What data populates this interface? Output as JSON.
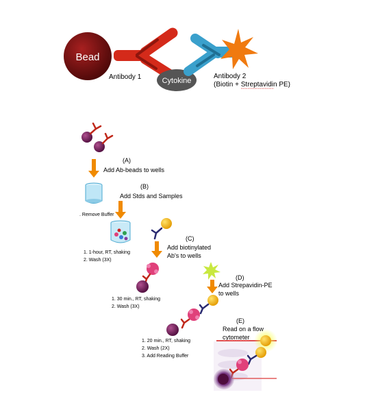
{
  "schematic": {
    "bead": "Bead",
    "antibody1": "Antibody 1",
    "cytokine": "Cytokine",
    "antibody2": "Antibody 2",
    "antibody2_detail": "(Biotin + Streptavidin PE)"
  },
  "steps": {
    "a_letter": "(A)",
    "a_text": "Add Ab-beads to wells",
    "b_letter": "(B)",
    "b_text": "Add Stds and Samples",
    "remove_buffer": ". Remove Buffer",
    "b_note1": "1. 1-hour, RT, shaking",
    "b_note2": "2. Wash (3X)",
    "c_letter": "(C)",
    "c_text1": "Add biotinylated",
    "c_text2": "Ab's to wells",
    "c_note1": "1. 30 min., RT, shaking",
    "c_note2": "2. Wash (3X)",
    "d_letter": "(D)",
    "d_text1": "Add Strepavidin-PE",
    "d_text2": "to wells",
    "d_note1": "1. 20 min., RT, shaking",
    "d_note2": "2. Wash (2X)",
    "d_note3": "3. Add Reading Buffer",
    "e_letter": "(E)",
    "e_text1": "Read on a flow",
    "e_text2": "cytometer"
  },
  "colors": {
    "bead": "#6b0f0f",
    "antibody1": "#d42a1a",
    "antibody2": "#3aa0cc",
    "cytokine": "#555555",
    "arrow": "#f08a00",
    "small_bead": "#7a1a5a",
    "pe_star": "#f07a10"
  }
}
